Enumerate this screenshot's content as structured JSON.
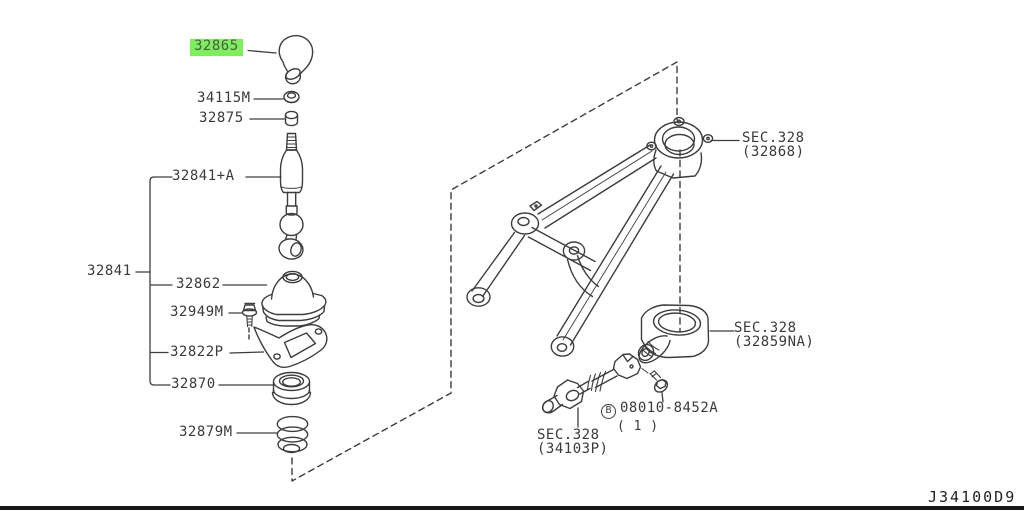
{
  "diagram": {
    "drawing_code": "J34100D9",
    "colors": {
      "highlight": "#7dee5c",
      "line": "#3d3d3d",
      "text": "#3a3a3a"
    },
    "parts": {
      "knob": "32865",
      "lock_nut": "34115M",
      "bushing": "32875",
      "lever": "32841+A",
      "lever_assembly": "32841",
      "boot": "32862",
      "bolt_small": "32949M",
      "gasket": "32822P",
      "insulator": "32870",
      "spring": "32879M"
    },
    "sections": {
      "bracket": {
        "sec": "SEC.328",
        "ref": "(32868)"
      },
      "housing": {
        "sec": "SEC.328",
        "ref": "(32859NA)"
      },
      "joint": {
        "sec": "SEC.328",
        "ref": "(34103P)"
      }
    },
    "hardware": {
      "mark": "B",
      "number": "08010-8452A",
      "qty": "( 1 )"
    }
  }
}
